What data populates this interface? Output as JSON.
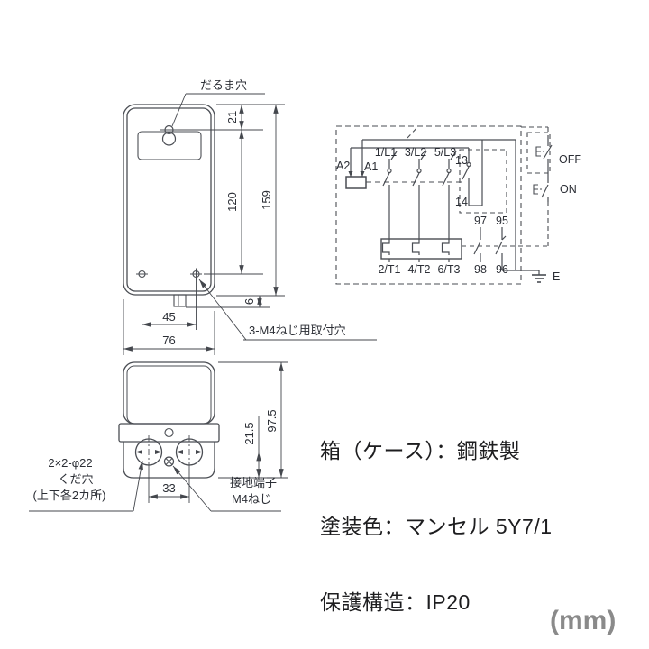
{
  "front": {
    "daruma_label": "だるま穴",
    "mount_label": "3-M4ねじ用取付穴",
    "dim21": "21",
    "dim120": "120",
    "dim159": "159",
    "dim6": "6",
    "dim45": "45",
    "dim76": "76"
  },
  "bottom": {
    "knockout1": "2×2-φ22",
    "knockout2": "くだ穴",
    "knockout3": "(上下各2カ所)",
    "ground1": "接地端子",
    "ground2": "M4ねじ",
    "dim33": "33",
    "dim21_5": "21.5",
    "dim97_5": "97.5"
  },
  "circuit": {
    "a2": "A2",
    "a1": "A1",
    "l1": "1/L1",
    "l2": "3/L2",
    "l3": "5/L3",
    "t1": "2/T1",
    "t2": "4/T2",
    "t3": "6/T3",
    "c13": "13",
    "c14": "14",
    "c97": "97",
    "c95": "95",
    "c98": "98",
    "c96": "96",
    "off": "OFF",
    "on": "ON",
    "earth": "E"
  },
  "specs": {
    "case": "箱（ケース）：鋼鉄製",
    "paint": "塗装色：マンセル 5Y7/1",
    "protection": "保護構造：IP20"
  },
  "unit": "(mm)"
}
